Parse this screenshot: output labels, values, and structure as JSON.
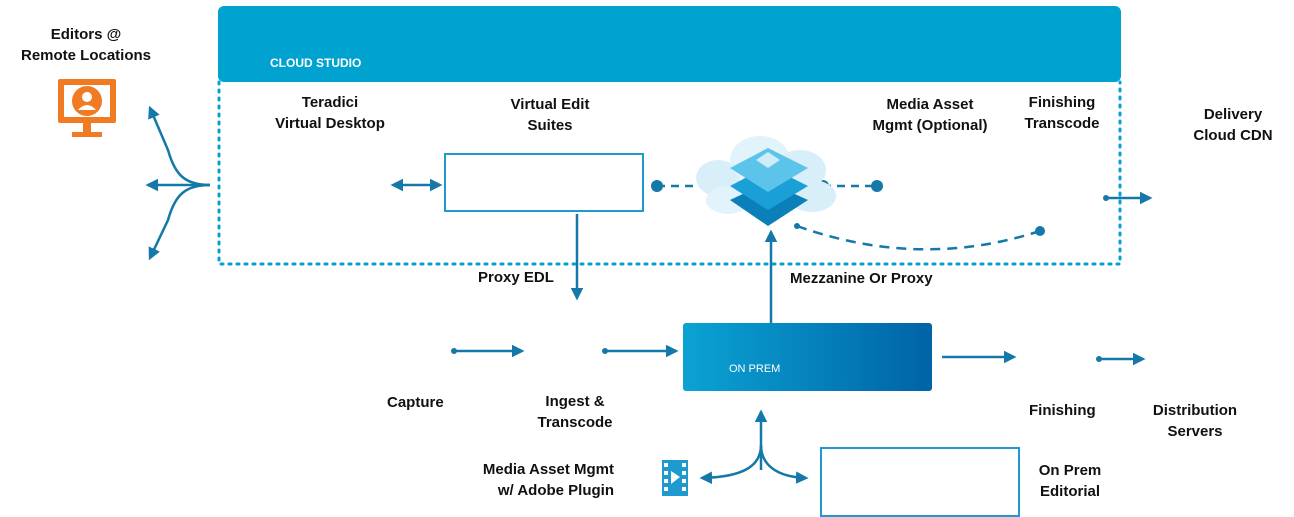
{
  "editors_label": [
    "Editors @",
    "Remote Locations"
  ],
  "cloud_studio": {
    "title": "CLOUD STUDIO"
  },
  "teradici_label": [
    "Teradici",
    "Virtual Desktop"
  ],
  "virtual_edit_label": [
    "Virtual Edit",
    "Suites"
  ],
  "media_asset_label": [
    "Media Asset",
    "Mgmt (Optional)"
  ],
  "finishing_transcode_label": [
    "Finishing",
    "Transcode"
  ],
  "delivery_label": [
    "Delivery",
    "Cloud CDN"
  ],
  "proxy_edl_label": "Proxy EDL",
  "mezzanine_label": "Mezzanine Or Proxy",
  "on_prem": {
    "title": "ON PREM"
  },
  "capture_label": "Capture",
  "ingest_label": [
    "Ingest &",
    "Transcode"
  ],
  "finishing_label": "Finishing",
  "distribution_label": [
    "Distribution",
    "Servers"
  ],
  "media_asset_plugin_label": [
    "Media Asset Mgmt",
    "w/ Adobe Plugin"
  ],
  "on_prem_editorial_label": [
    "On Prem",
    "Editorial"
  ],
  "colors": {
    "cloud_blue": "#00a3cf",
    "arrow_blue": "#1478a8",
    "monitor_orange": "#f07b22",
    "onprem_dark": "#0063a6"
  },
  "icons": [
    "monitor-user-icon",
    "cloud-layers-icon",
    "film-icon"
  ]
}
